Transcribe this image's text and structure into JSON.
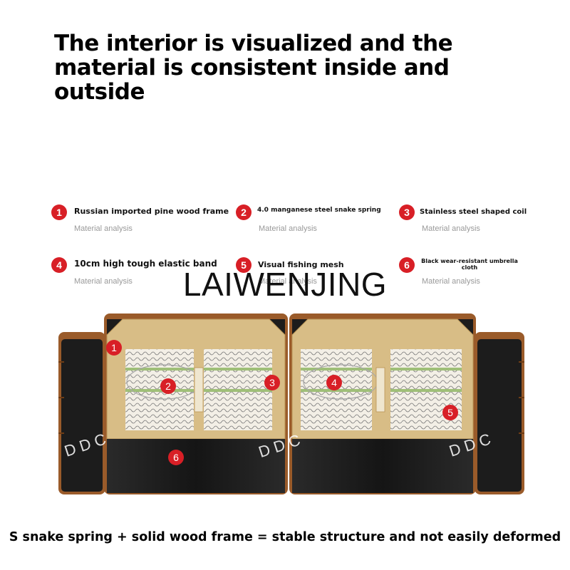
{
  "headline": [
    "The interior is visualized and the",
    "material is consistent inside and",
    "outside"
  ],
  "features": [
    {
      "number": "1",
      "title": "Russian imported pine wood frame",
      "subtitle": "Material analysis"
    },
    {
      "number": "2",
      "title": "4.0 manganese steel snake spring",
      "subtitle": "Material analysis"
    },
    {
      "number": "3",
      "title": "Stainless steel shaped coil",
      "subtitle": "Material analysis"
    },
    {
      "number": "4",
      "title": "10cm high tough elastic band",
      "subtitle": "Material analysis"
    },
    {
      "number": "5",
      "title": "Visual fishing mesh",
      "subtitle": "Material analysis"
    },
    {
      "number": "6",
      "title": "Black wear-resistant umbrella cloth",
      "subtitle": "Material analysis"
    }
  ],
  "watermark": "LAIWENJING",
  "sofa": {
    "markers": [
      "1",
      "2",
      "3",
      "4",
      "5",
      "6"
    ],
    "watermark_marks": [
      "D D C",
      "D D C",
      "D D C"
    ],
    "colors": {
      "trim": "#9a5b2a",
      "body": "#1c1c1c",
      "frame": "#d8bd86",
      "marker": "#d81f26"
    }
  },
  "caption": "S snake spring + solid wood frame = stable structure and not easily deformed"
}
